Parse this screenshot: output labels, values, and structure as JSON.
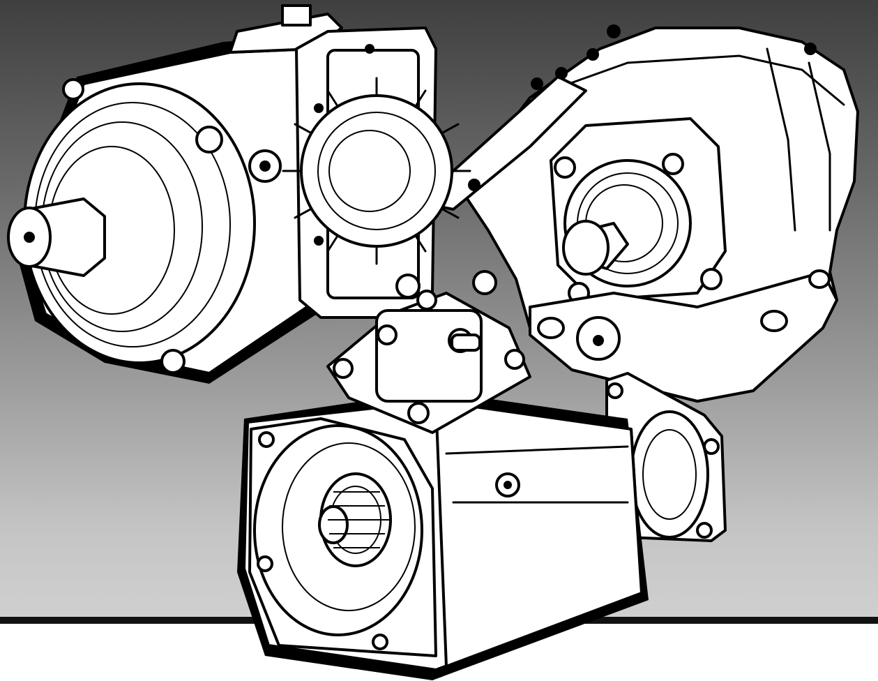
{
  "colors": {
    "background_top": "#3f3f3f",
    "background_bottom": "#d0d0d0",
    "floor_band": "#111111",
    "line_art": "#000000",
    "fill": "#ffffff"
  },
  "illustration": {
    "subject": "power-take-off-units",
    "items": [
      {
        "name": "left-pto-unit"
      },
      {
        "name": "right-pto-unit"
      },
      {
        "name": "front-pto-unit"
      }
    ]
  }
}
